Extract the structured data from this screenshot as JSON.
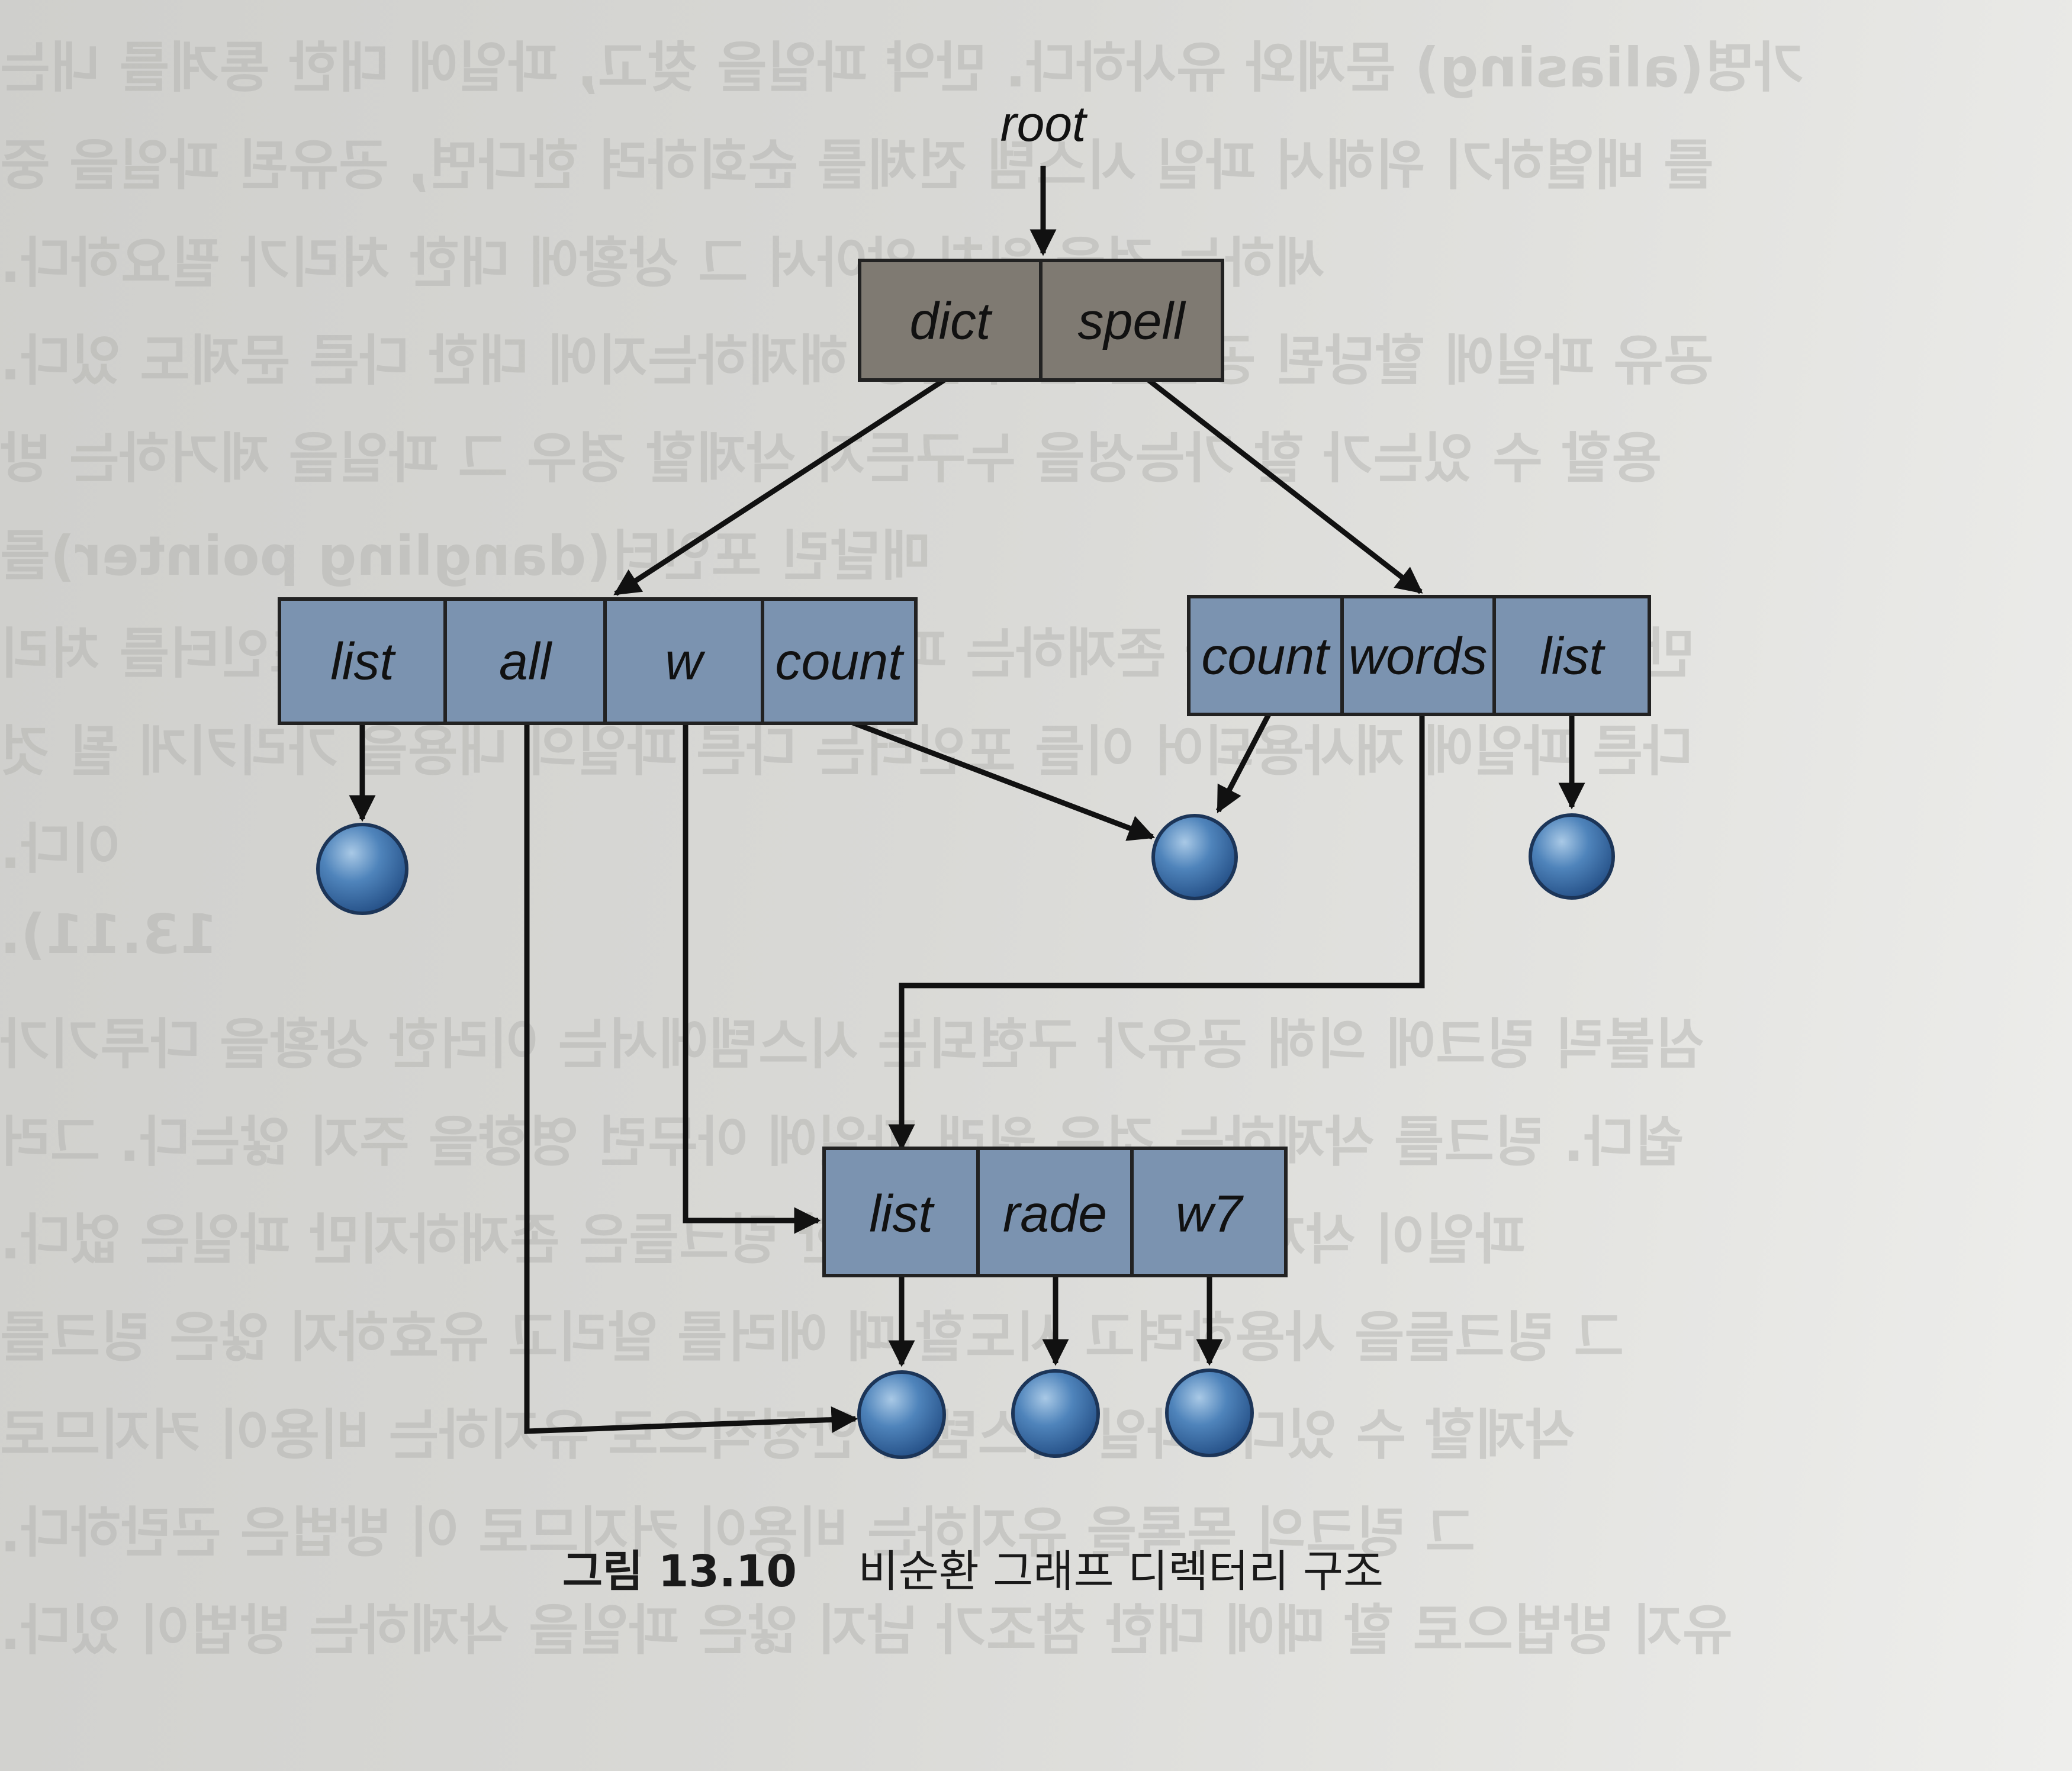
{
  "background_text": {
    "lines": [
      "가명(aliasing) 문제와 유사하다. 만약 파일을 찾고, 파일에 대한 통계를 내는",
      "를 배열하기 위해서 파일 시스템 전체를 순회하려 한다면, 공유된 파일을 중",
      "세하는 것을 원치 않아서 그 상황에 대한 처리가 필요하다.",
      "공유 파일에 할당된 공간을 언제 할당 해제하는지에 대한 다른 문제도 있다.",
      "용할 수 있는가 할 가능성을 누구든지 삭제할 경우 그 파일을 제거하는 방",
      "매달린 포인터(dangling pointer)를",
      "만든다. 만약 포인터가 존재하는 파일을 참조하고 있다면 이 포인터를 처리",
      "다른 파일에 재사용되어 이들 포인터는 다른 파일의 내용을 가리키게 될 것",
      "이다.",
      "13.11).",
      "심볼릭 링크에 의해 공유가 구현되는 시스템에서는 이러한 상황을 다루기가",
      "쉽다. 링크를 삭제하는 것은 원래 파일에 아무런 영향을 주지 않는다. 그러",
      "파일이 삭제되면 그 파일에 대한 링크들은 존재하지만 파일은 없다.",
      "그 링크들을 사용하려고 시도할 때 에러를 알리고 유효하지 않은 링크를",
      "삭제할 수 있다. 파일 시스템을 안정적으로 유지하는 비용이 커지므로",
      "그 링크의 목록을 유지하는 비용이 커지므로 이 방법은 곤란하다.",
      "유지 방법으로 할 때에 대한 참조가 남지 않은 파일을 삭제하는 방법이 있다."
    ]
  },
  "diagram": {
    "root_label": "root",
    "root_dir": [
      "dict",
      "spell"
    ],
    "dict_dir": [
      "list",
      "all",
      "w",
      "count"
    ],
    "spell_dir": [
      "count",
      "words",
      "list"
    ],
    "shared_dir": [
      "list",
      "rade",
      "w7"
    ]
  },
  "caption": {
    "figure_number": "그림 13.10",
    "title": "비순환 그래프 디렉터리 구조"
  },
  "colors": {
    "root_dir_fill": "#7f7a72",
    "sub_dir_fill": "#7b93b0",
    "file_node_fill": "#3f74ad",
    "file_node_highlight": "#a9c9e6",
    "edge_color": "#111111"
  }
}
